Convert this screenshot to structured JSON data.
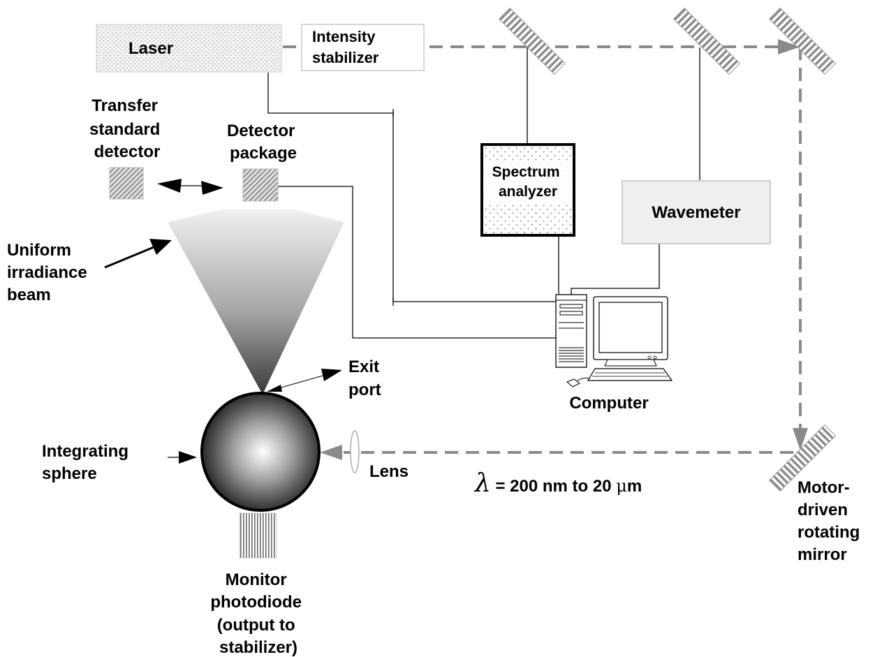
{
  "labels": {
    "laser": "Laser",
    "intensity_stabilizer": [
      "Intensity",
      "stabilizer"
    ],
    "transfer_standard_detector": [
      "Transfer",
      "standard",
      "detector"
    ],
    "detector_package": [
      "Detector",
      "package"
    ],
    "spectrum_analyzer": [
      "Spectrum",
      "analyzer"
    ],
    "wavemeter": "Wavemeter",
    "uniform_irradiance_beam": [
      "Uniform",
      "irradiance",
      "beam"
    ],
    "exit_port": [
      "Exit",
      "port"
    ],
    "computer": "Computer",
    "integrating_sphere": [
      "Integrating",
      "sphere"
    ],
    "lens": "Lens",
    "wavelength_symbol": "λ",
    "wavelength_range_prefix": " = 200 nm to 20 ",
    "wavelength_unit_mu": "μ",
    "wavelength_unit_m": "m",
    "rotating_mirror": [
      "Motor-",
      "driven",
      "rotating",
      "mirror"
    ],
    "monitor_photodiode": [
      "Monitor",
      "photodiode",
      "(output to",
      "stabilizer)"
    ]
  },
  "colors": {
    "beam_path": "#8a8a8a",
    "line": "#000000",
    "box_fill": "#efefef",
    "box_border": "#bdbdbd"
  }
}
